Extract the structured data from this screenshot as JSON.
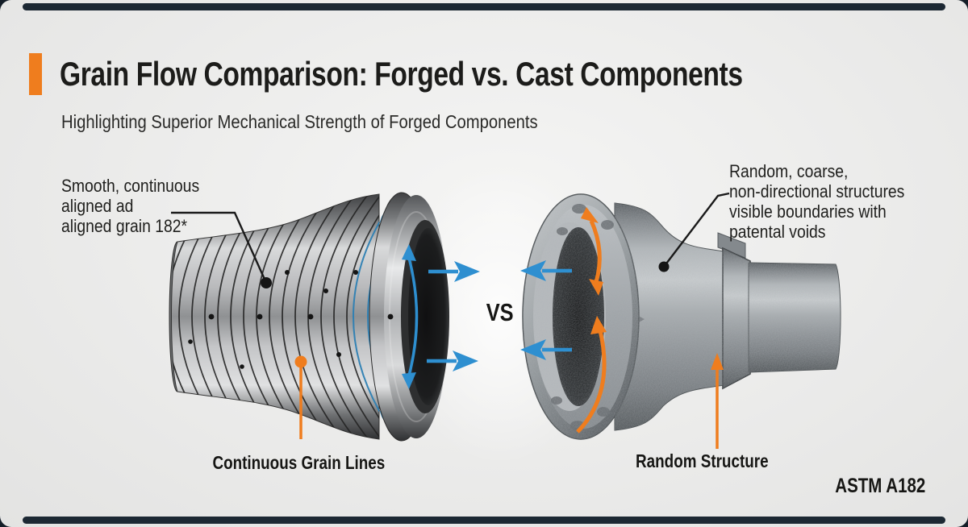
{
  "header": {
    "title": "Grain Flow Comparison: Forged vs. Cast Components",
    "subtitle": "Highlighting Superior Mechanical Strength of Forged Components"
  },
  "annotations": {
    "forged": {
      "line1": "Smooth, continuous",
      "line2": "aligned ad",
      "line3": "aligned grain 182*"
    },
    "cast": {
      "line1": "Random, coarse,",
      "line2": "non-directional structures",
      "line3": "visible boundaries with",
      "line4": "patental voids"
    }
  },
  "comparison": {
    "vs_label": "VS"
  },
  "captions": {
    "forged": "Continuous Grain Lines",
    "cast": "Random Structure"
  },
  "footer": {
    "standard": "ASTM A182"
  },
  "colors": {
    "accent_orange": "#ef7d1e",
    "arrow_blue": "#2e8fd0",
    "grain_blue": "#2d7fb3",
    "text_dark": "#1d1d1b",
    "panel_bg": "#ebebea",
    "frame_dark": "#1c2833"
  }
}
